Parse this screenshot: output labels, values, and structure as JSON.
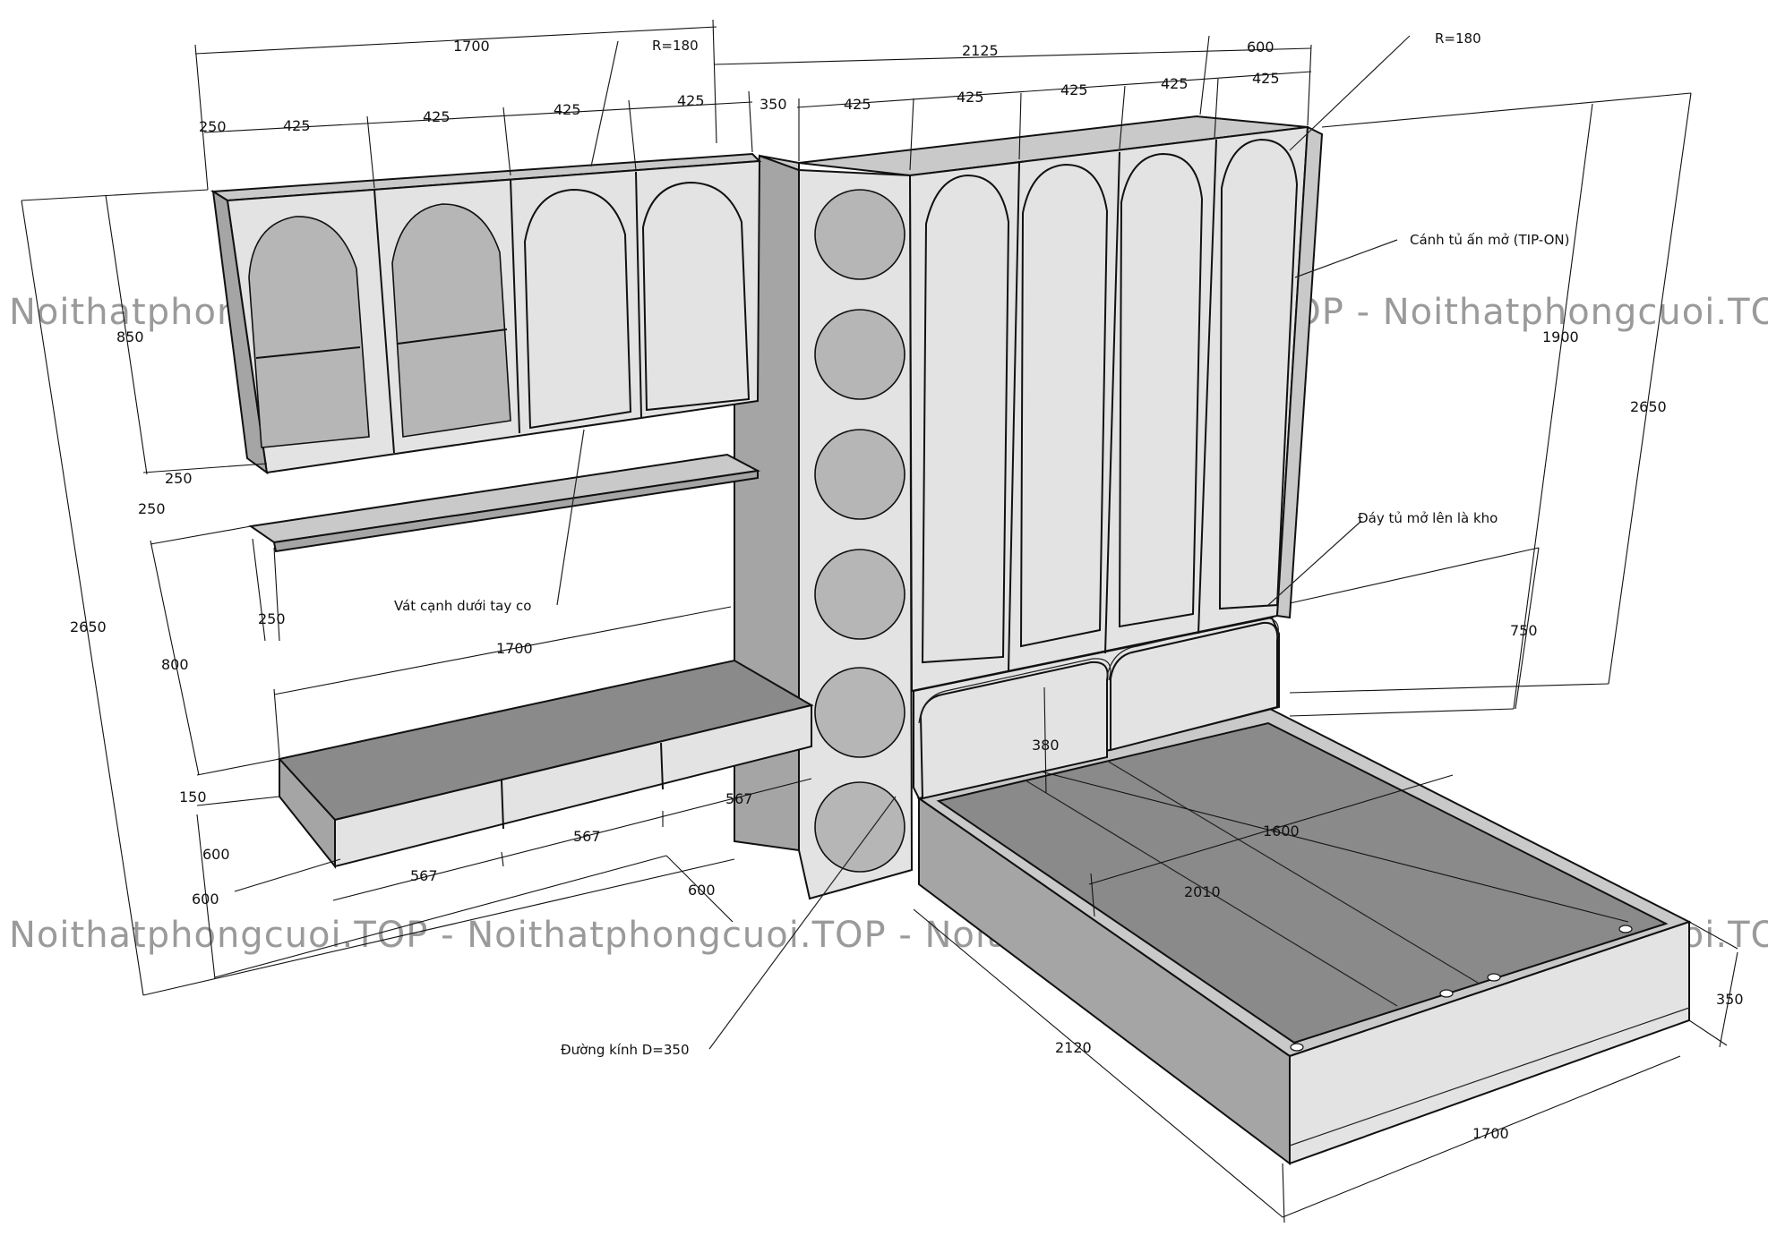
{
  "watermarks": {
    "top": "Noithatphongcuoi.TOP - Noithatphongcuoi.TOP - Noithatphongcuoi.TOP - Noithatphongcuoi.TOP",
    "bottom": "Noithatphongcuoi.TOP - Noithatphongcuoi.TOP - Noithatphongcuoi.TOP - Noithatphongcuoi.TOP"
  },
  "notes": {
    "radius_left": "R=180",
    "radius_right": "R=180",
    "tip_on_door": "Cánh tủ ấn mở (TIP-ON)",
    "storage_base": "Đáy tủ mở lên là kho",
    "bevel_handle": "Vát cạnh dưới tay co",
    "diameter": "Đường kính D=350"
  },
  "dimensions": {
    "top_left_width": "1700",
    "top_mid_width": "2125",
    "top_right_depth": "600",
    "top_left_edge": "250",
    "top_left_seg1": "425",
    "top_left_seg2": "425",
    "top_left_seg3": "425",
    "top_left_seg4": "425",
    "top_column": "350",
    "top_right_seg1": "425",
    "top_right_seg2": "425",
    "top_right_seg3": "425",
    "top_right_seg4": "425",
    "top_right_seg5": "425",
    "left_total_height": "2650",
    "upper_cabinet_height": "850",
    "upper_cabinet_depth": "250",
    "gap_to_shelf": "250",
    "shelf_depth": "250",
    "gap_to_desk": "800",
    "desk_thickness": "150",
    "desk_depth": "600",
    "desk_left_600": "600",
    "desk_width": "1700",
    "drawer1": "567",
    "drawer2": "567",
    "drawer3": "567",
    "side_depth": "600",
    "right_total_height": "2650",
    "wardrobe_height": "1900",
    "headboard_height": "750",
    "headboard_pad": "380",
    "bed_inner_width": "1600",
    "bed_inner_length": "2010",
    "bed_length": "2120",
    "bed_width": "1700",
    "bed_height": "350"
  }
}
